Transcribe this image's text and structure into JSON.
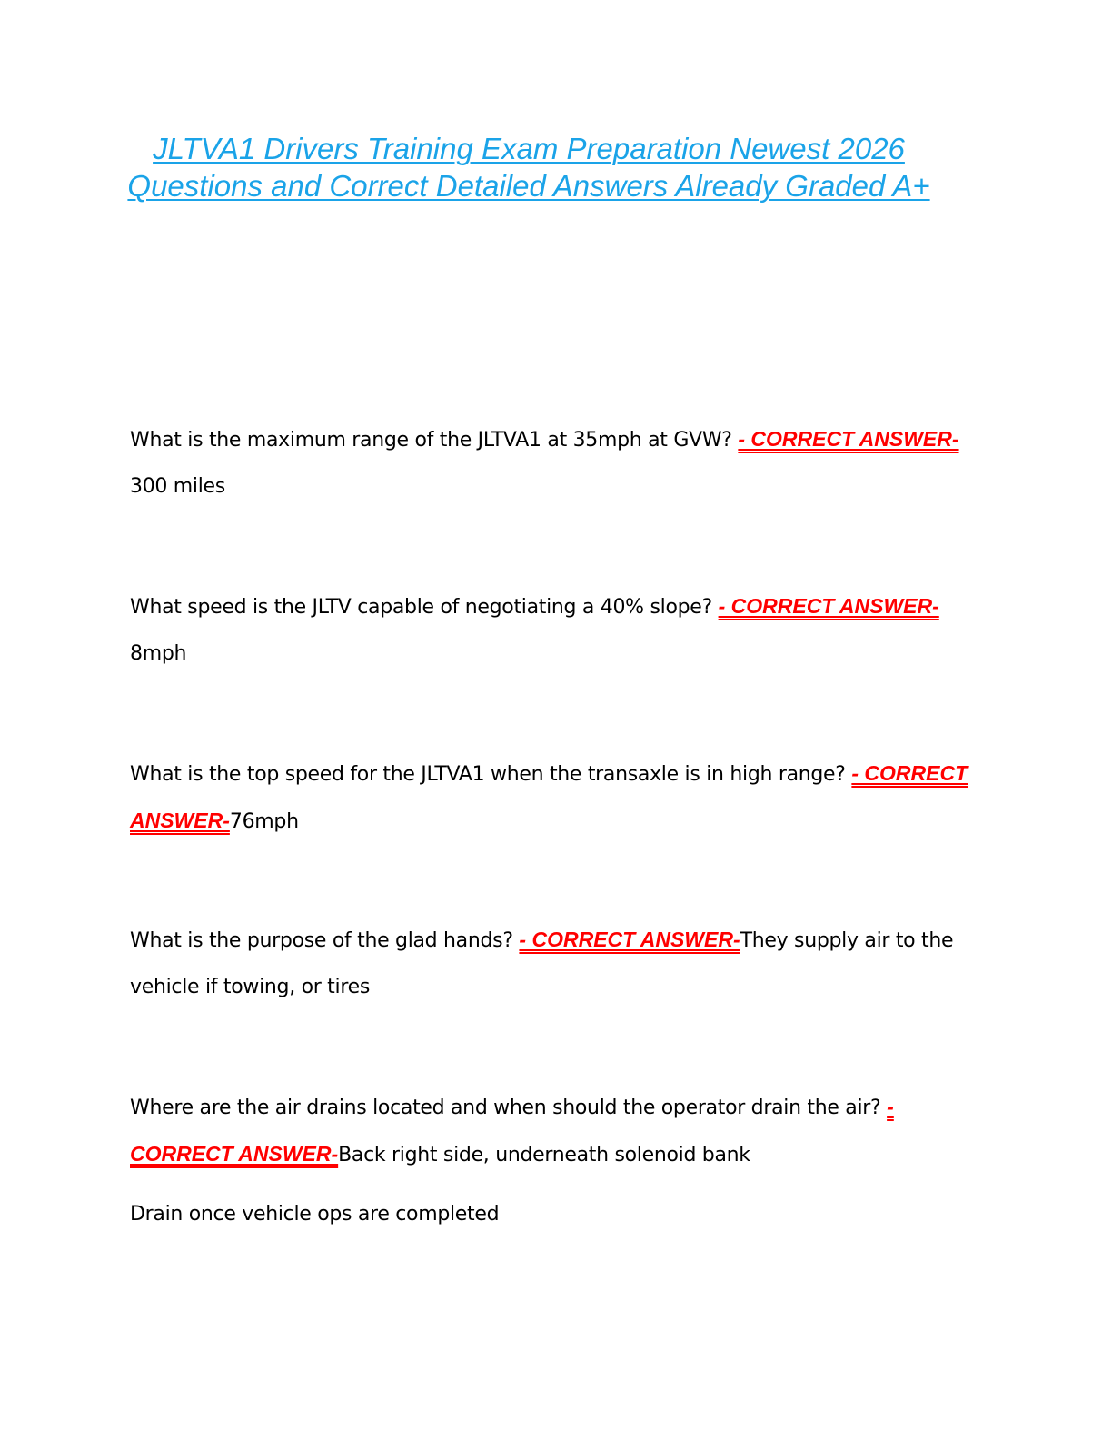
{
  "document": {
    "title": "JLTVA1 Drivers Training Exam Preparation Newest 2026 Questions and Correct Detailed Answers Already Graded A+",
    "answer_marker": "- CORRECT ANSWER-",
    "colors": {
      "title": "#1aa3e8",
      "marker": "#ff0000",
      "text": "#000000"
    }
  },
  "qa": [
    {
      "question": "What is the maximum range of the JLTVA1 at 35mph at GVW? ",
      "answer": "300 miles"
    },
    {
      "question": "What speed is the JLTV capable of negotiating a 40% slope? ",
      "answer": "8mph"
    },
    {
      "question": "What is the top speed for the JLTVA1 when the transaxle is in high range? ",
      "answer": "76mph"
    },
    {
      "question": "What is the purpose of the glad hands? ",
      "answer": "They supply air to the vehicle if towing, or tires"
    },
    {
      "question": "Where are the air drains located and when should the operator drain the air? ",
      "answer": "Back right side, underneath solenoid bank",
      "extra": "Drain once vehicle ops are completed"
    }
  ]
}
